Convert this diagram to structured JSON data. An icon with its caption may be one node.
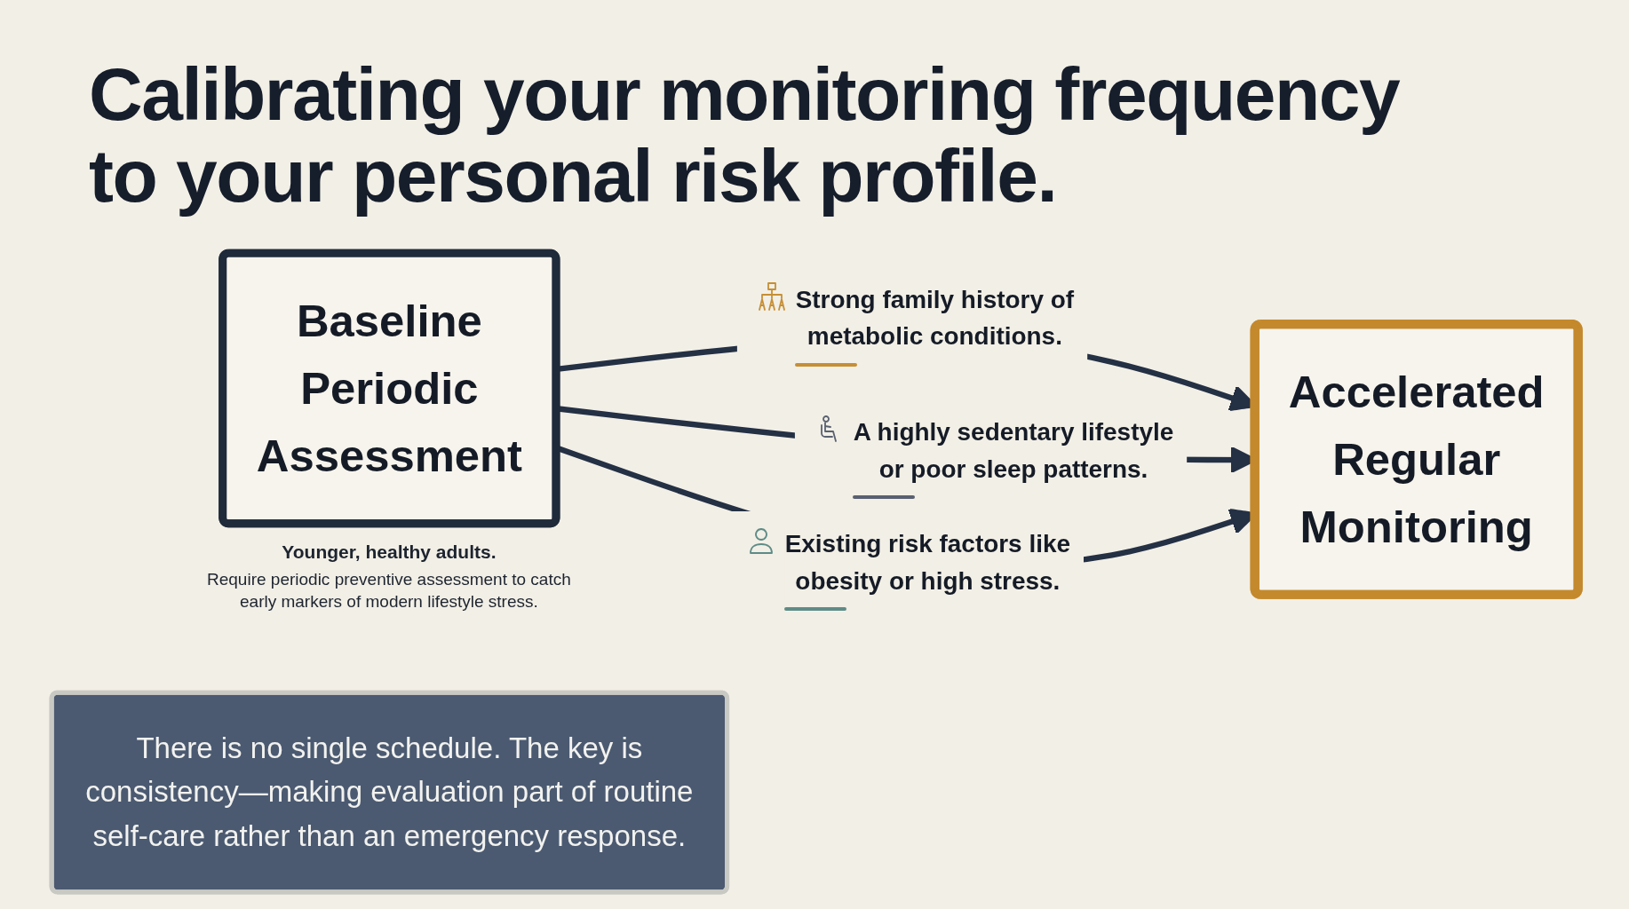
{
  "diagram": {
    "title": "Calibrating your monitoring frequency to your personal risk profile.",
    "nodes": [
      {
        "text": [
          "Baseline Periodic Assessment"
        ],
        "beside": [
          "Younger, healthy adults.",
          "Require periodic preventive assessment to catch early markers of modern lifestyle stress."
        ]
      },
      {
        "text": [
          "Accelerated Regular Monitoring"
        ]
      },
      {
        "text": [
          "There is no single schedule. The key is consistency—making evaluation part of routine self-care rather than an emergency response."
        ]
      }
    ],
    "edges": [
      {
        "from": 0,
        "to": 1,
        "arrow": "to",
        "label": "Strong family history of metabolic conditions."
      },
      {
        "from": 0,
        "to": 1,
        "arrow": "to",
        "label": "A highly sedentary lifestyle or poor sleep patterns."
      },
      {
        "from": 0,
        "to": 1,
        "arrow": "to",
        "label": "Existing risk factors like obesity or high stress."
      }
    ]
  }
}
